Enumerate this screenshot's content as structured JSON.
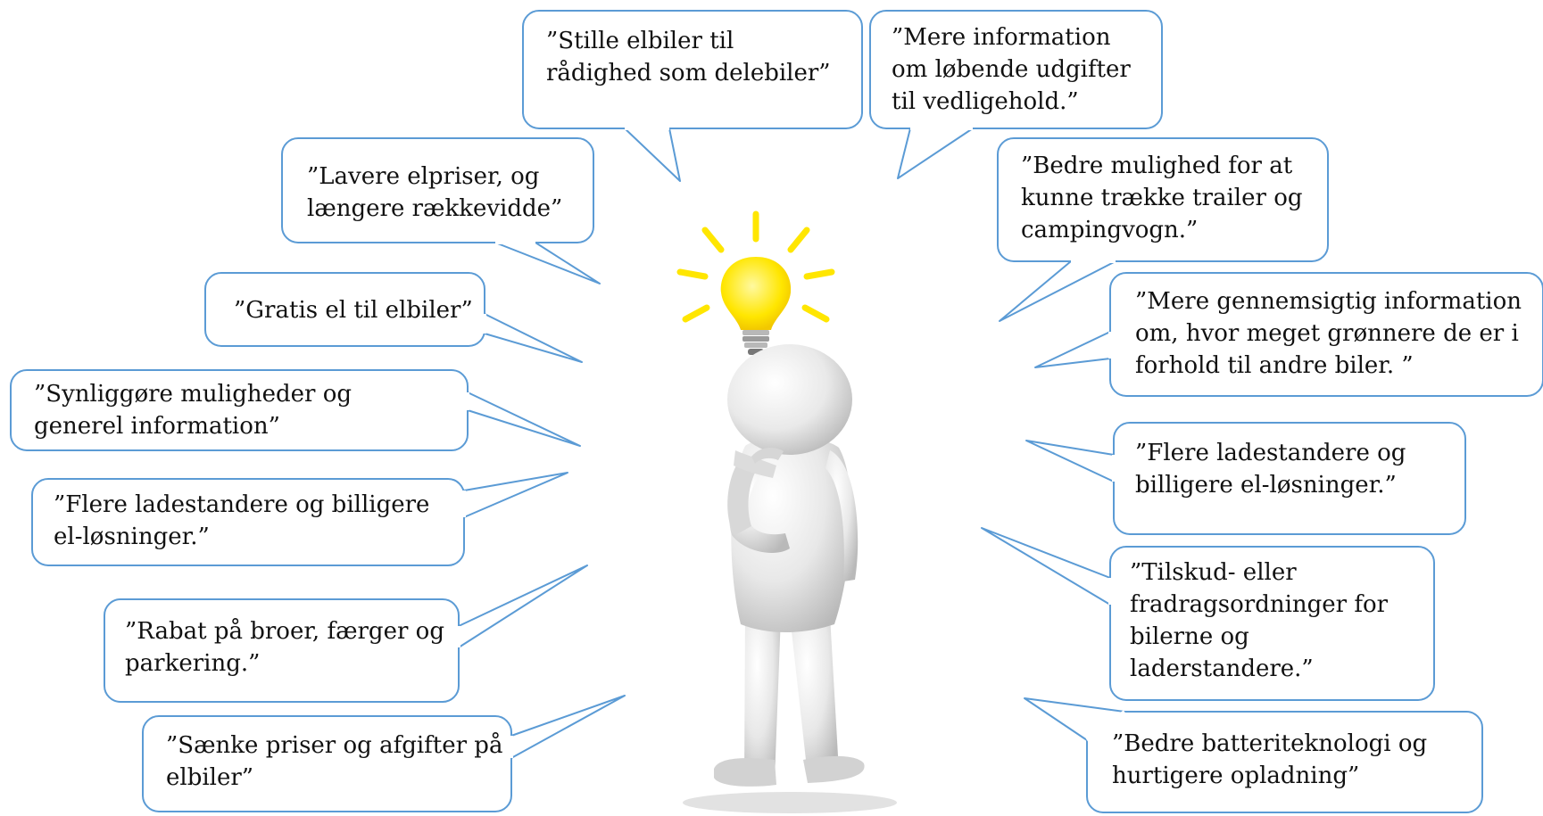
{
  "colors": {
    "bubble_stroke": "#5b9bd5",
    "bubble_fill": "#ffffff",
    "bulb": "#ffe600",
    "bulb_rays": "#ffe600",
    "figure": "#e6e6e6"
  },
  "illustration": {
    "figure_icon": "thinking-person-icon",
    "bulb_icon": "lightbulb-icon"
  },
  "callouts": [
    {
      "id": "stille",
      "lines": [
        "”Stille elbiler til",
        "rådighed som delebiler”"
      ]
    },
    {
      "id": "mere-info",
      "lines": [
        "”Mere information",
        "om løbende udgifter",
        "til vedligehold.”"
      ]
    },
    {
      "id": "lavere",
      "lines": [
        "”Lavere elpriser, og",
        "længere rækkevidde”"
      ]
    },
    {
      "id": "bedre-trailer",
      "lines": [
        "”Bedre mulighed for at",
        "kunne trække trailer og",
        "campingvogn.”"
      ]
    },
    {
      "id": "gratis",
      "lines": [
        "”Gratis el til elbiler”"
      ]
    },
    {
      "id": "gennemsigtig",
      "lines": [
        "”Mere gennemsigtig information",
        "om, hvor meget grønnere de er i",
        "forhold til andre biler. ”"
      ]
    },
    {
      "id": "synliggore",
      "lines": [
        "”Synliggøre muligheder og",
        "generel information”"
      ]
    },
    {
      "id": "flere-left",
      "lines": [
        "”Flere ladestandere og billigere",
        "el-løsninger.”"
      ]
    },
    {
      "id": "flere-right",
      "lines": [
        "”Flere ladestandere og",
        "billigere el-løsninger.”"
      ]
    },
    {
      "id": "tilskud",
      "lines": [
        "”Tilskud- eller",
        "fradragsordninger for",
        "bilerne og",
        "laderstandere.”"
      ]
    },
    {
      "id": "rabat",
      "lines": [
        "”Rabat på broer, færger og",
        "parkering.”"
      ]
    },
    {
      "id": "saenke",
      "lines": [
        "”Sænke priser og afgifter på",
        "elbiler”"
      ]
    },
    {
      "id": "batteri",
      "lines": [
        "”Bedre batteriteknologi og",
        "hurtigere opladning”"
      ]
    }
  ]
}
